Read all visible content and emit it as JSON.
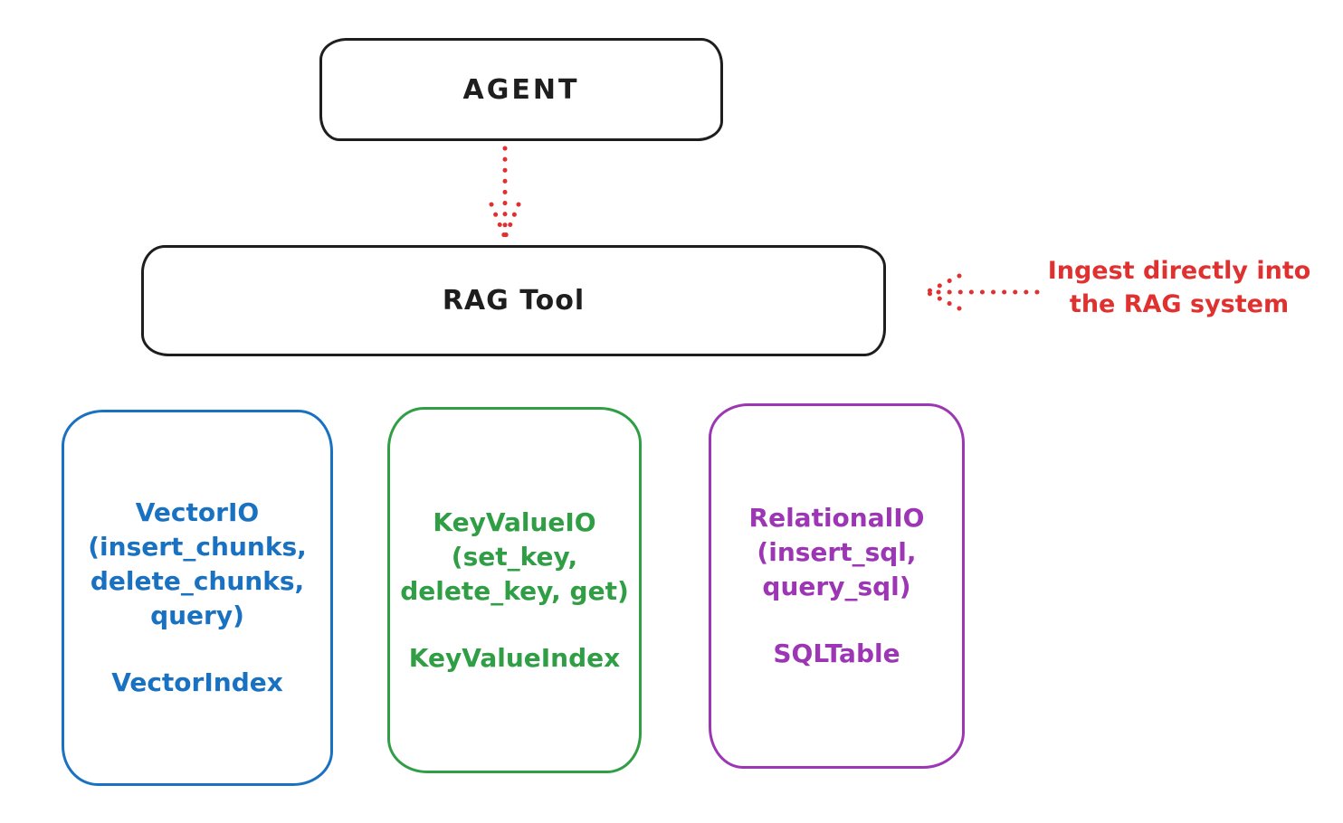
{
  "colors": {
    "ink": "#1e1e1e",
    "red": "#e03131",
    "blue": "#1971c2",
    "green": "#2f9e44",
    "purple": "#9c36b5",
    "background": "#ffffff"
  },
  "agent": {
    "label": "AGENT"
  },
  "rag_tool": {
    "label": "RAG Tool"
  },
  "annotation": {
    "line1": "Ingest directly into",
    "line2": "the RAG system"
  },
  "icons": [
    {
      "name": "dotted-arrow-down-icon",
      "meaning": "agent calls RAG tool"
    },
    {
      "name": "dotted-arrow-left-icon",
      "meaning": "annotation points at RAG tool"
    }
  ],
  "storage_boxes": [
    {
      "name": "vector-io",
      "color": "#1971c2",
      "lines": [
        "VectorIO",
        "(insert_chunks,",
        "delete_chunks,",
        "query)"
      ],
      "index_label": "VectorIndex"
    },
    {
      "name": "key-value-io",
      "color": "#2f9e44",
      "lines": [
        "KeyValueIO",
        "(set_key,",
        "delete_key, get)"
      ],
      "index_label": "KeyValueIndex"
    },
    {
      "name": "relational-io",
      "color": "#9c36b5",
      "lines": [
        "RelationalIO",
        "(insert_sql,",
        "query_sql)"
      ],
      "index_label": "SQLTable"
    }
  ]
}
